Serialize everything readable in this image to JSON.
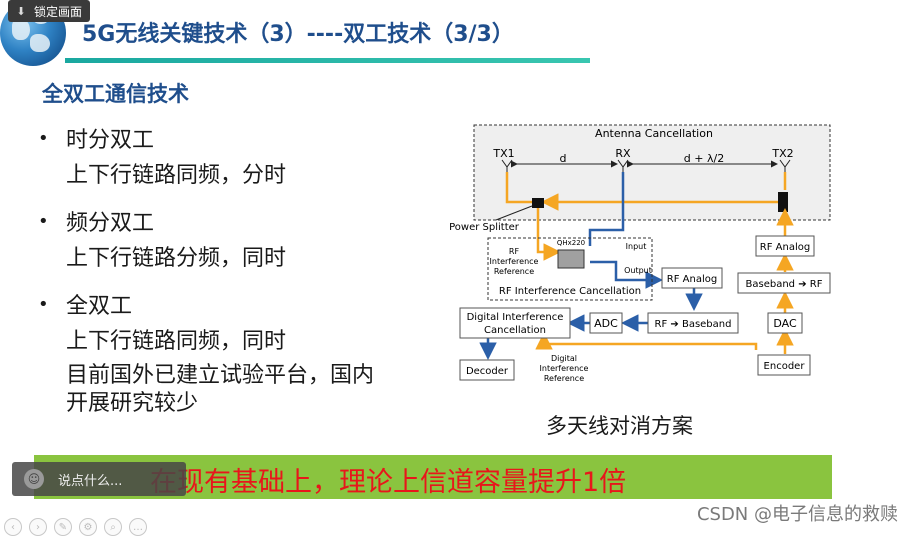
{
  "lock_badge": {
    "label": "锁定画面"
  },
  "slide": {
    "title": "5G无线关键技术（3）----双工技术（3/3）",
    "section_heading": "全双工通信技术",
    "bullets": [
      {
        "heading": "时分双工",
        "lines": [
          "上下行链路同频，分时"
        ]
      },
      {
        "heading": "频分双工",
        "lines": [
          "上下行链路分频，同时"
        ]
      },
      {
        "heading": "全双工",
        "lines": [
          "上下行链路同频，同时",
          "目前国外已建立试验平台，国内",
          "开展研究较少"
        ]
      }
    ],
    "caption": "多天线对消方案",
    "banner": "在现有基础上，理论上信道容量提升1倍"
  },
  "diagram": {
    "antenna_cancellation": "Antenna Cancellation",
    "tx1": "TX1",
    "rx": "RX",
    "tx2": "TX2",
    "d": "d",
    "d_lambda": "d + λ/2",
    "power_splitter": "Power Splitter",
    "rf_interference_reference": [
      "RF",
      "Interference",
      "Reference"
    ],
    "qhx220": "QHx220",
    "input": "Input",
    "output": "Output",
    "rf_interference_cancellation": "RF Interference Cancellation",
    "rf_analog_rx": "RF Analog",
    "rf_analog_tx": "RF Analog",
    "baseband_rf": "Baseband ➔ RF",
    "rf_baseband": "RF ➔ Baseband",
    "adc": "ADC",
    "dac": "DAC",
    "digital_interference_cancellation": [
      "Digital Interference",
      "Cancellation"
    ],
    "digital_interference_reference": [
      "Digital",
      "Interference",
      "Reference"
    ],
    "decoder": "Decoder",
    "encoder": "Encoder",
    "colors": {
      "tx_path": "#f5a623",
      "rx_path": "#2b5fa8"
    }
  },
  "comment": {
    "placeholder": "说点什么..."
  },
  "watermark": "CSDN @电子信息的救赎",
  "toolbar": {
    "icons": [
      "prev-icon",
      "next-icon",
      "pen-icon",
      "settings-icon",
      "zoom-icon",
      "more-icon"
    ]
  }
}
